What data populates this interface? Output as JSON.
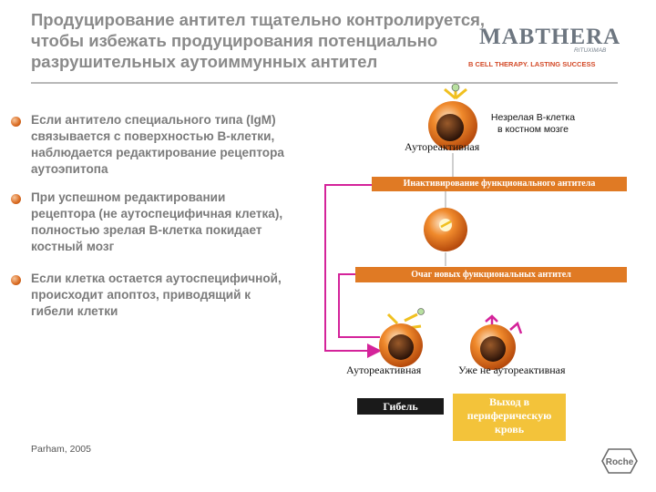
{
  "title": {
    "line1": "Продуцирование антител тщательно контролируется,",
    "line2": "чтобы избежать продуцирования потенциально",
    "line3": "разрушительных аутоиммунных антител"
  },
  "logo": {
    "main": "MABTHERA",
    "sub": "RITUXIMAB",
    "tagline": "B CELL THERAPY. LASTING SUCCESS"
  },
  "bullets": [
    {
      "lines": [
        "Если антитело специального типа (IgM)",
        "связывается с поверхностью В-клетки,",
        "наблюдается редактирование рецептора",
        "аутоэпитопа"
      ]
    },
    {
      "lines": [
        "При успешном редактировании",
        "рецептора (не аутоспецифичная клетка),",
        "полностью зрелая В-клетка покидает",
        "костный мозг"
      ]
    },
    {
      "lines": [
        "Если клетка остается аутоспецифичной,",
        "происходит апоптоз, приводящий к",
        "гибели клетки"
      ]
    }
  ],
  "diagram": {
    "immature_label_line1": "Незрелая В-клетка",
    "immature_label_line2": "в костном мозге",
    "autoreactive_top": "Аутореактивная",
    "box_inactivation": "Инактивирование функционального антитела",
    "box_new_antibodies": "Очаг новых функциональных антител",
    "autoreactive_bottom": "Аутореактивная",
    "not_autoreactive": "Уже не аутореактивная",
    "death": "Гибель",
    "exit_line1": "Выход в",
    "exit_line2": "периферическую",
    "exit_line3": "кровь"
  },
  "reference": "Parham, 2005",
  "roche": "Roche",
  "colors": {
    "orange": "#e07a24",
    "magenta": "#d4239a",
    "yellow": "#f3c33a",
    "gray_text": "#7b7b7b"
  }
}
